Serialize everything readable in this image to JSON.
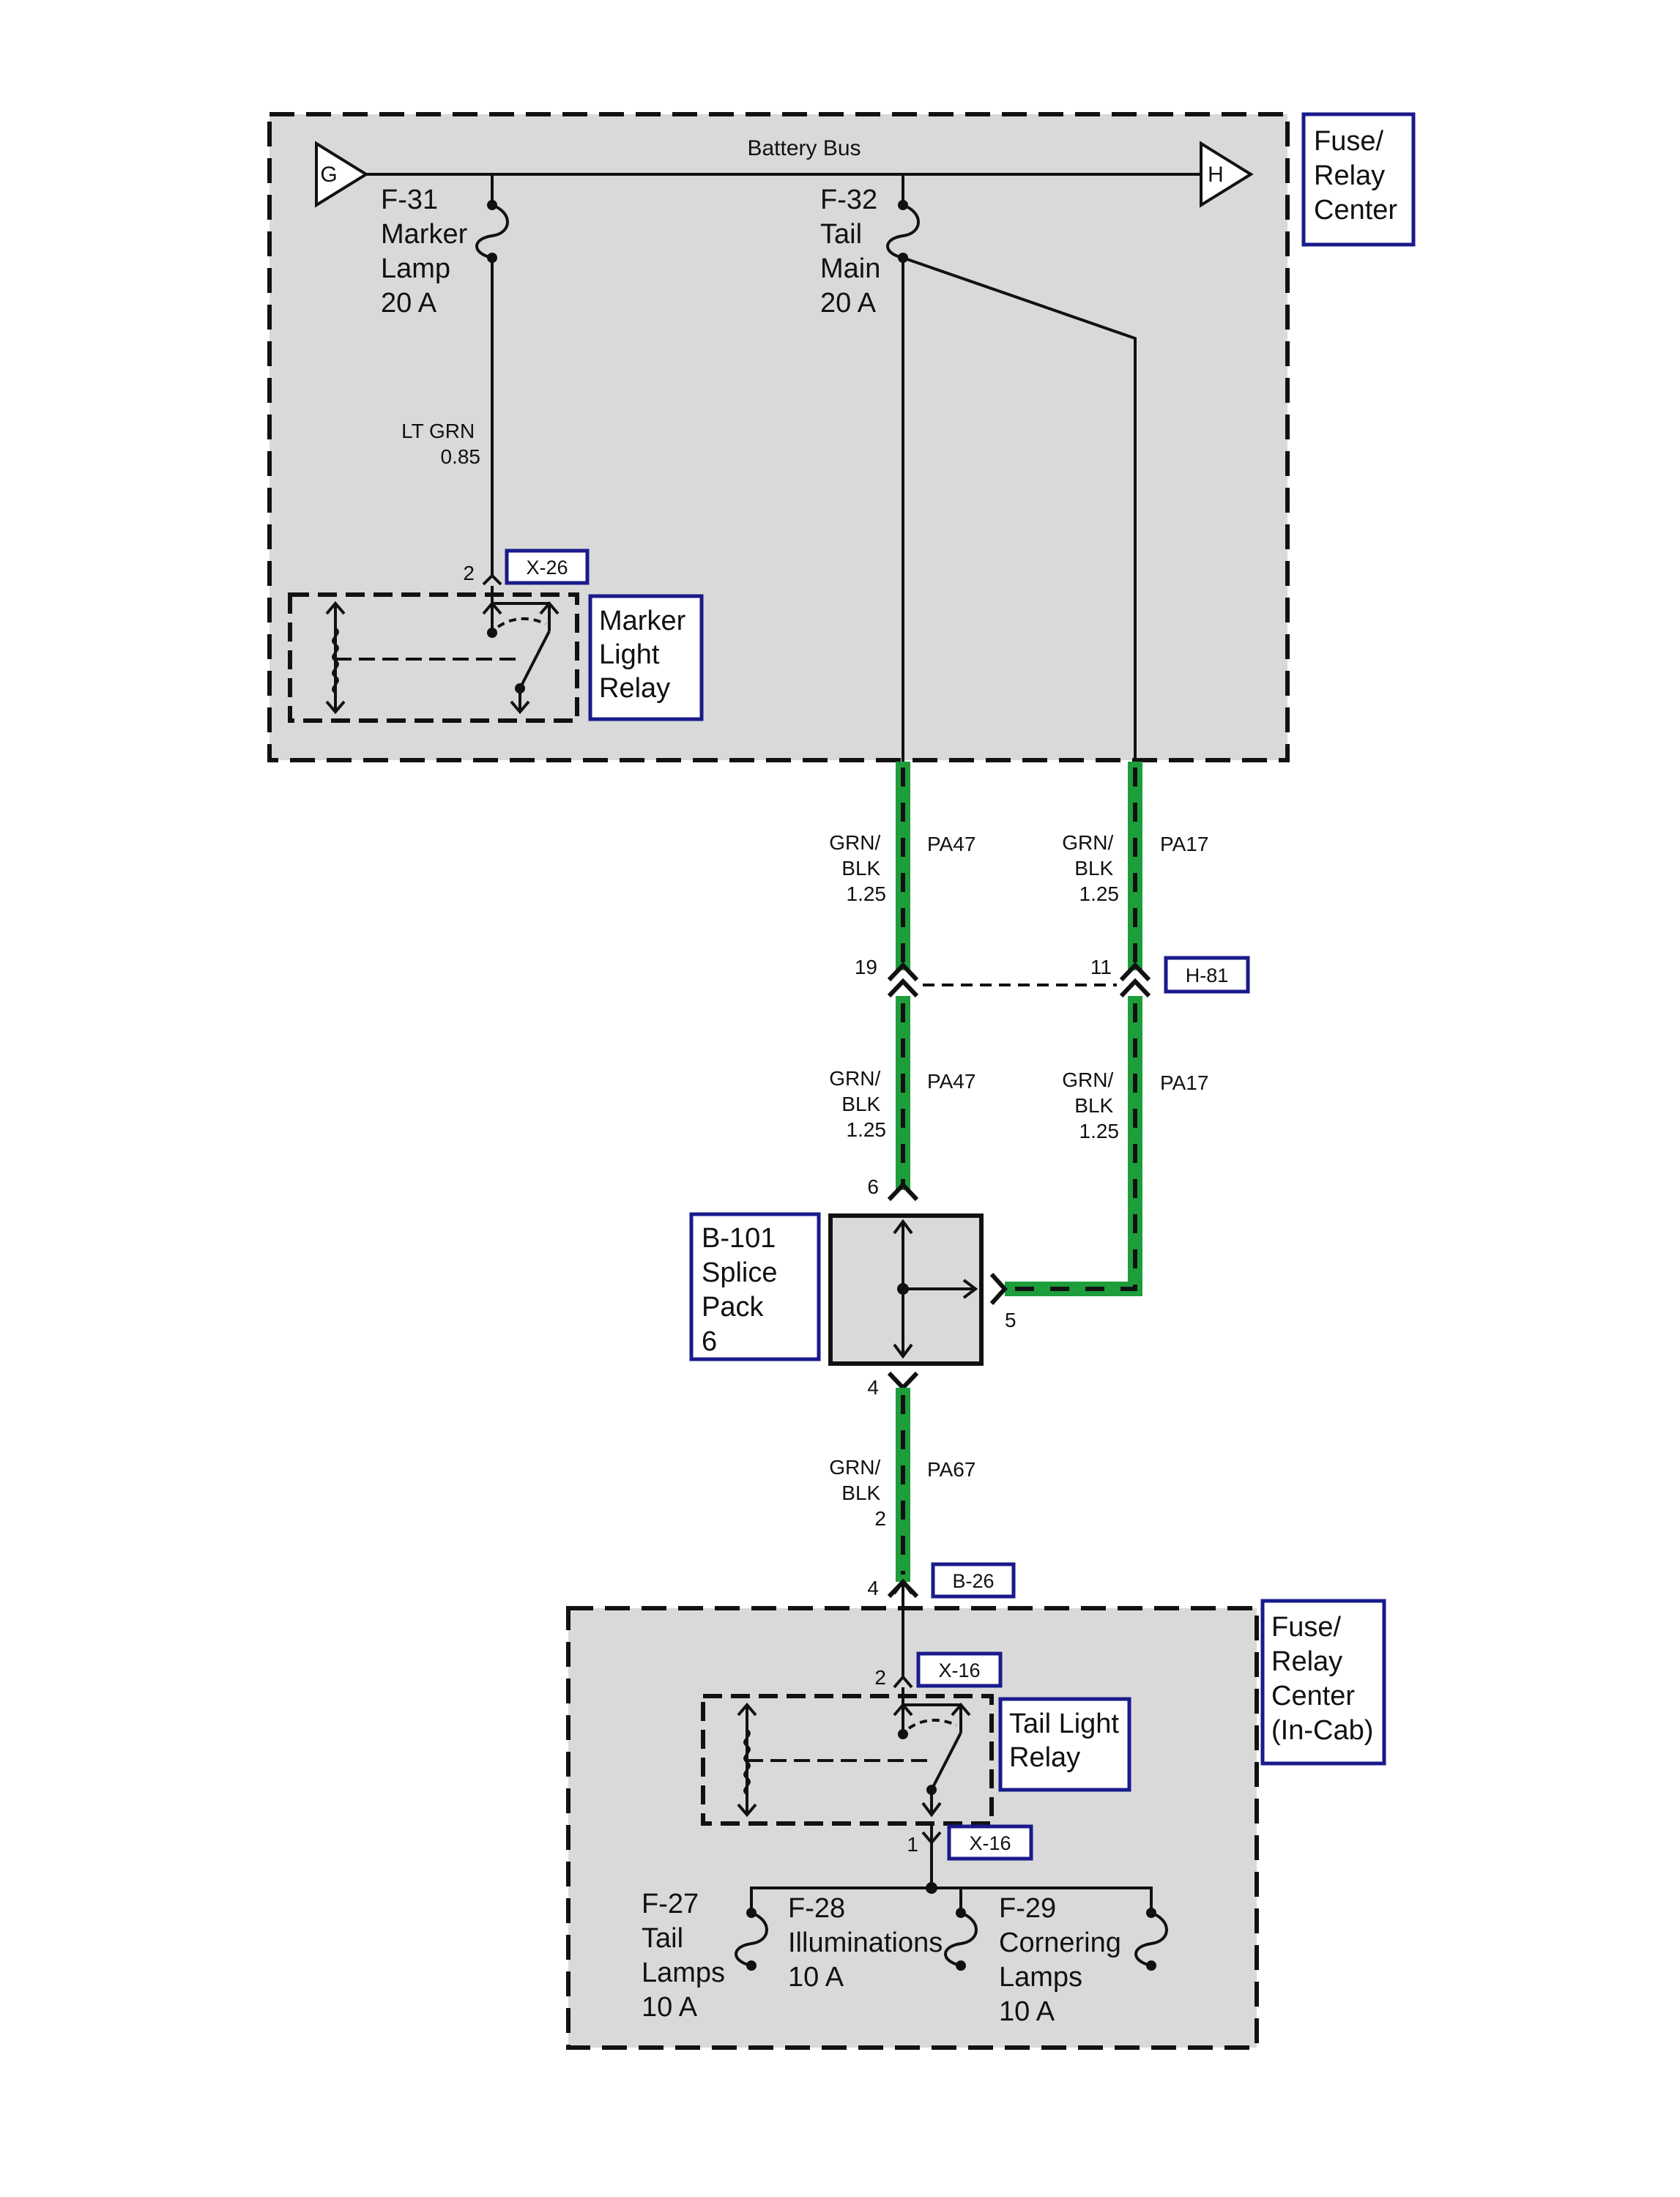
{
  "top_module": {
    "label_lines": [
      "Fuse/",
      "Relay",
      "Center"
    ],
    "bus_label": "Battery Bus",
    "bus_start_connector": "G",
    "bus_end_connector": "H",
    "fuse_f31": [
      "F-31",
      "Marker",
      "Lamp",
      "20 A"
    ],
    "fuse_f32": [
      "F-32",
      "Tail",
      "Main",
      "20 A"
    ],
    "wire_f31": [
      "LT GRN",
      "0.85"
    ],
    "relay_connector": {
      "pin": "2",
      "tag": "X-26"
    },
    "relay_label": [
      "Marker",
      "Light",
      "Relay"
    ]
  },
  "harness": {
    "wire_left_upper": {
      "color": [
        "GRN/",
        "BLK",
        "1.25"
      ],
      "circuit": "PA47"
    },
    "wire_right_upper": {
      "color": [
        "GRN/",
        "BLK",
        "1.25"
      ],
      "circuit": "PA17"
    },
    "connector_h81": {
      "left_pin": "19",
      "right_pin": "11",
      "tag": "H-81"
    },
    "wire_left_lower": {
      "color": [
        "GRN/",
        "BLK",
        "1.25"
      ],
      "circuit": "PA47"
    },
    "wire_right_lower": {
      "color": [
        "GRN/",
        "BLK",
        "1.25"
      ],
      "circuit": "PA17"
    },
    "splice": {
      "label": [
        "B-101",
        "Splice",
        "Pack",
        "6"
      ],
      "pin_top": "6",
      "pin_right": "5",
      "pin_bottom": "4"
    },
    "wire_out": {
      "color": [
        "GRN/",
        "BLK",
        "2"
      ],
      "circuit": "PA67"
    },
    "connector_b26": {
      "pin": "4",
      "tag": "B-26"
    }
  },
  "bottom_module": {
    "label_lines": [
      "Fuse/",
      "Relay",
      "Center",
      "(In-Cab)"
    ],
    "relay_top_connector": {
      "pin": "2",
      "tag": "X-16"
    },
    "relay_label": [
      "Tail Light",
      "Relay"
    ],
    "relay_bottom_connector": {
      "pin": "1",
      "tag": "X-16"
    },
    "fuse_f27": [
      "F-27",
      "Tail",
      "Lamps",
      "10 A"
    ],
    "fuse_f28": [
      "F-28",
      "Illuminations",
      "10 A"
    ],
    "fuse_f29": [
      "F-29",
      "Cornering",
      "Lamps",
      "10 A"
    ]
  },
  "colors": {
    "module_fill": "#d9d9d9",
    "tag_border": "#1a1a8c",
    "harness_green": "#1e9e3a",
    "line": "#111111"
  }
}
